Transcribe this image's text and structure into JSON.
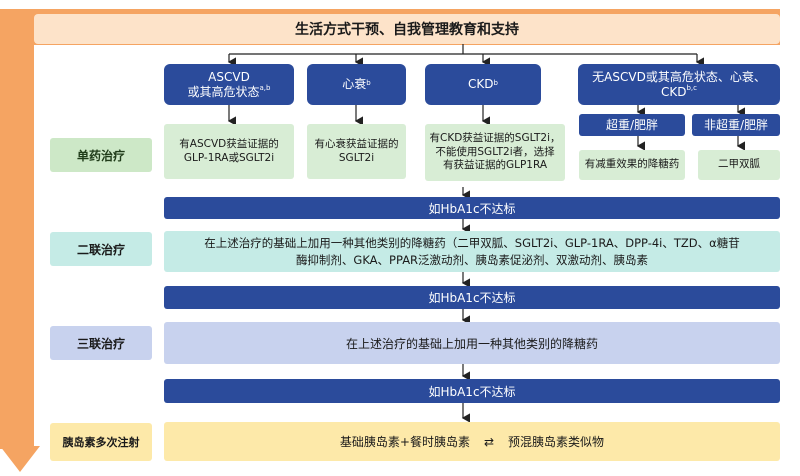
{
  "banner": "生活方式干预、自我管理教育和支持",
  "categories": {
    "ascvd": {
      "line1": "ASCVD",
      "line2": "或其高危状态",
      "sup": "a,b"
    },
    "hf": {
      "label": "心衰",
      "sup": "b"
    },
    "ckd": {
      "label": "CKD",
      "sup": "b"
    },
    "none": {
      "line1": "无ASCVD或其高危状态、心衰、",
      "line2": "CKD",
      "sup": "b,c"
    }
  },
  "weight": {
    "obese": "超重/肥胖",
    "non_obese": "非超重/肥胖"
  },
  "stages": {
    "mono": "单药治疗",
    "dual": "二联治疗",
    "triple": "三联治疗",
    "insulin": "胰岛素多次注射"
  },
  "mono_boxes": {
    "ascvd": {
      "line1": "有ASCVD获益证据的",
      "line2": "GLP-1RA或SGLT2i"
    },
    "hf": {
      "line1": "有心衰获益证据的",
      "line2": "SGLT2i"
    },
    "ckd": {
      "line1": "有CKD获益证据的SGLT2i，",
      "line2": "不能使用SGLT2i者，选择",
      "line3": "有获益证据的GLP1RA"
    },
    "obese": "有减重效果的降糖药",
    "non_obese": "二甲双胍"
  },
  "hba1c_bar": "如HbA1c不达标",
  "dual_text": {
    "line1": "在上述治疗的基础上加用一种其他类别的降糖药（二甲双胍、SGLT2i、GLP-1RA、DPP-4i、TZD、α糖苷",
    "line2": "酶抑制剂、GKA、PPAR泛激动剂、胰岛素促泌剂、双激动剂、胰岛素"
  },
  "triple_text": "在上述治疗的基础上加用一种其他类别的降糖药",
  "insulin": {
    "left": "基础胰岛素+餐时胰岛素",
    "arrow": "⇄",
    "right": "预混胰岛素类似物"
  },
  "colors": {
    "navy": "#2b4b9b",
    "orange": "#f5a462",
    "banner": "#fde3c9"
  }
}
